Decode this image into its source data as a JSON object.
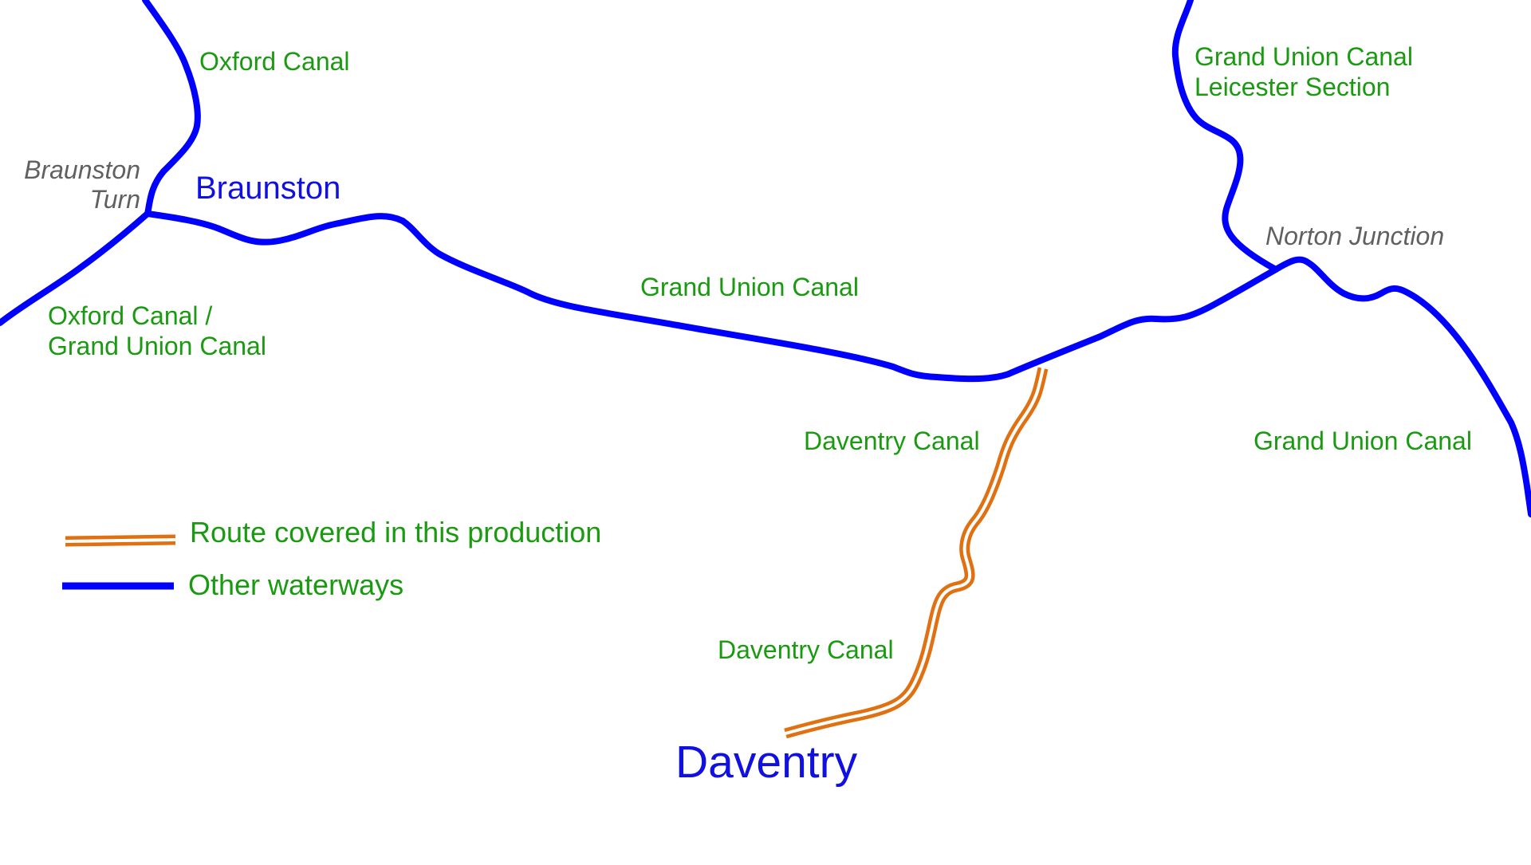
{
  "colors": {
    "waterway": "#0000ff",
    "route": "#e07010",
    "canal_label": "#1a9a10",
    "junction_label": "#606060",
    "town_label": "#1010e0",
    "background": "#ffffff"
  },
  "labels": {
    "oxford_canal": "Oxford Canal",
    "braunston_turn_line1": "Braunston",
    "braunston_turn_line2": "Turn",
    "braunston": "Braunston",
    "oxford_gu_line1": "Oxford Canal /",
    "oxford_gu_line2": "Grand Union Canal",
    "grand_union_center": "Grand Union Canal",
    "gu_leicester_line1": "Grand Union Canal",
    "gu_leicester_line2": "Leicester Section",
    "norton_junction": "Norton Junction",
    "grand_union_right": "Grand Union Canal",
    "daventry_canal_upper": "Daventry Canal",
    "daventry_canal_lower": "Daventry Canal",
    "daventry": "Daventry"
  },
  "legend": {
    "route_label": "Route covered in this production",
    "other_label": "Other waterways"
  }
}
